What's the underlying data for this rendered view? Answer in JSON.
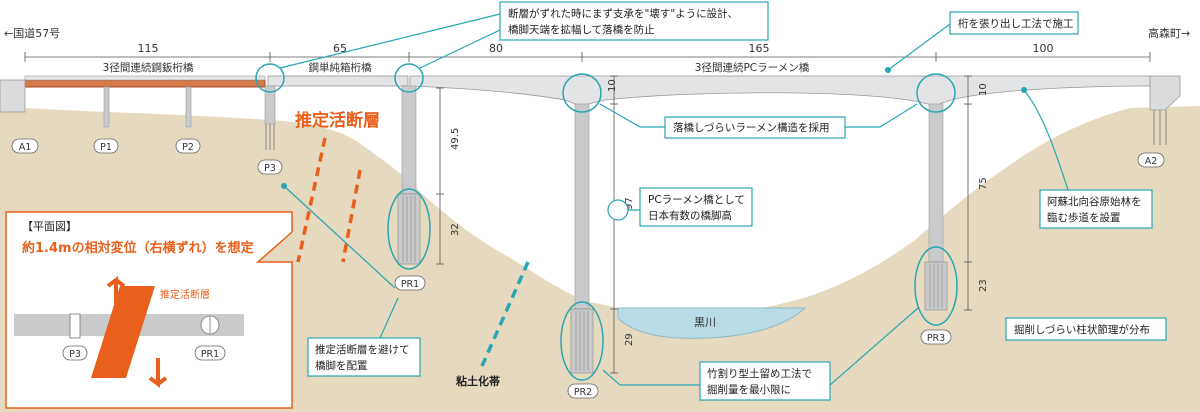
{
  "top_labels": {
    "left_road": "←国道57号",
    "right_town": "高森町→"
  },
  "spans": [
    "115",
    "65",
    "80",
    "165",
    "100"
  ],
  "bridge_types": {
    "steel_girder": "3径間連続鋼鈑桁橋",
    "box_girder": "鋼単純箱桁橋",
    "pc_rigid": "3径間連続PCラーメン橋"
  },
  "piers": [
    "A1",
    "P1",
    "P2",
    "P3",
    "PR1",
    "PR2",
    "PR3",
    "A2"
  ],
  "dimensions": {
    "pr1_top": "10",
    "pr1_height": "49.5",
    "pr1_footing": "32",
    "pr2_height": "97",
    "pr2_footing": "29",
    "pr3_top": "10",
    "pr3_height": "75",
    "pr3_footing": "23"
  },
  "callouts": {
    "bearing_line1": "断層がずれた時にまず支承を\"壊す\"ように設計、",
    "bearing_line2": "橋脚天端を拡幅して落橋を防止",
    "cantilever": "桁を張り出し工法で施工",
    "rigid_frame": "落橋しづらいラーメン構造を採用",
    "pier_height_line1": "PCラーメン橋として",
    "pier_height_line2": "日本有数の橋脚高",
    "forest_line1": "阿蘇北向谷原始林を",
    "forest_line2": "臨む歩道を設置",
    "joint": "掘削しづらい柱状節理が分布",
    "avoid_fault_line1": "推定活断層を避けて",
    "avoid_fault_line2": "橋脚を配置",
    "bamboo_line1": "竹割り型土留め工法で",
    "bamboo_line2": "掘削量を最小限に"
  },
  "fault_label": "推定活断層",
  "clay_zone": "粘土化帯",
  "river": "黒川",
  "plan_view": {
    "title": "【平面図】",
    "subtitle": "約1.4mの相対変位（右横ずれ）を想定",
    "fault_label": "推定活断層",
    "p3": "P3",
    "pr1": "PR1"
  },
  "colors": {
    "ground": "#e5d9bf",
    "teal": "#2aa5b3",
    "orange": "#e8601c",
    "pier": "#c8cacc",
    "deck": "#e2e4e6",
    "steel_deck": "#d67a4a",
    "river": "#b9dbe6"
  }
}
